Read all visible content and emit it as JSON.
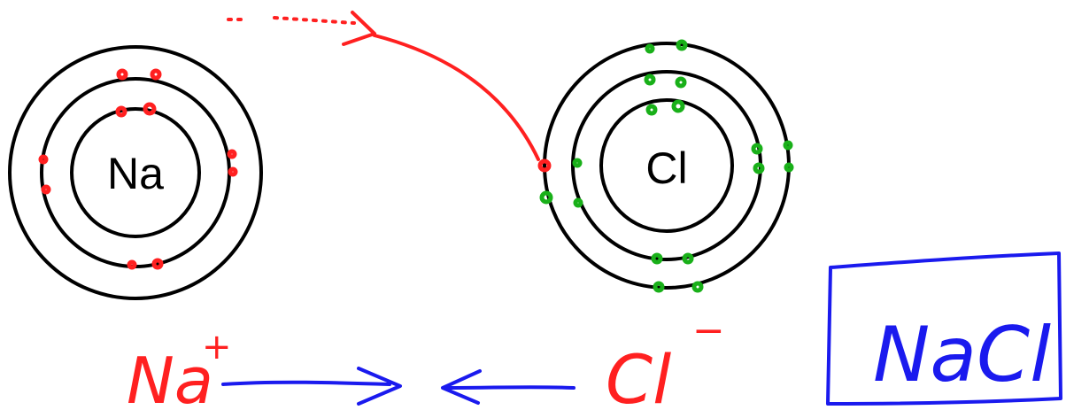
{
  "atoms": {
    "sodium": {
      "symbol": "Na"
    },
    "chlorine": {
      "symbol": "Cl"
    }
  },
  "ions": {
    "sodium": {
      "symbol": "Na",
      "charge": "+"
    },
    "chloride": {
      "symbol": "Cl",
      "charge": "−"
    }
  },
  "product": {
    "formula": "NaCl"
  },
  "colors": {
    "sodium_electrons": "#ff2020",
    "chlorine_electrons": "#19b019",
    "transfer": "#ff2020",
    "arrows": "#1a1aee",
    "product_box": "#1a1aee",
    "shells": "#000000"
  }
}
